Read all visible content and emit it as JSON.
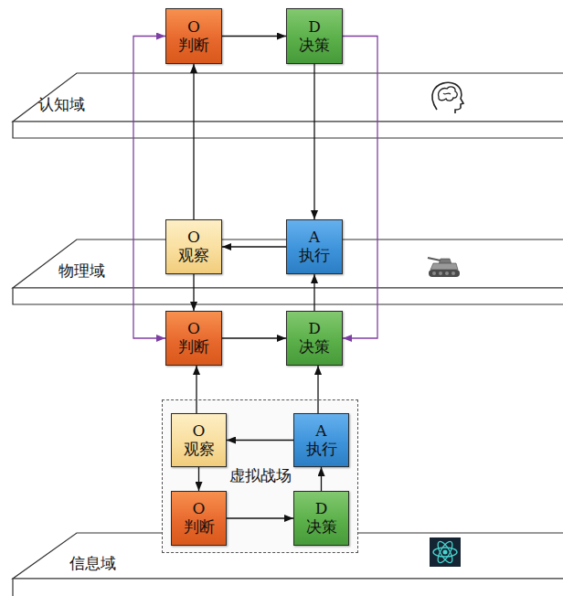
{
  "diagram": {
    "nodes": [
      {
        "text": [
          "O",
          "判断"
        ]
      },
      {
        "text": [
          "D",
          "决策"
        ]
      },
      {
        "text": [
          "O",
          "观察"
        ]
      },
      {
        "text": [
          "A",
          "执行"
        ]
      },
      {
        "text": [
          "O",
          "判断"
        ]
      },
      {
        "text": [
          "D",
          "决策"
        ]
      },
      {
        "text": [
          "虚拟战场"
        ]
      },
      {
        "text": [
          "O",
          "观察"
        ],
        "in": 6
      },
      {
        "text": [
          "A",
          "执行"
        ],
        "in": 6
      },
      {
        "text": [
          "O",
          "判断"
        ],
        "in": 6
      },
      {
        "text": [
          "D",
          "决策"
        ],
        "in": 6
      }
    ],
    "edges": [
      {
        "from": 0,
        "to": 1,
        "arrow": "to"
      },
      {
        "from": 1,
        "to": 3,
        "arrow": "to"
      },
      {
        "from": 2,
        "to": 0,
        "arrow": "to"
      },
      {
        "from": 3,
        "to": 2,
        "arrow": "to"
      },
      {
        "from": 2,
        "to": 4,
        "arrow": "to"
      },
      {
        "from": 5,
        "to": 3,
        "arrow": "to"
      },
      {
        "from": 4,
        "to": 5,
        "arrow": "to"
      },
      {
        "from": 0,
        "to": 4,
        "arrow": "both"
      },
      {
        "from": 1,
        "to": 5,
        "arrow": "to"
      },
      {
        "from": 7,
        "to": 9,
        "arrow": "to"
      },
      {
        "from": 9,
        "to": 10,
        "arrow": "to"
      },
      {
        "from": 10,
        "to": 8,
        "arrow": "to"
      },
      {
        "from": 8,
        "to": 7,
        "arrow": "to"
      },
      {
        "from": 7,
        "to": 4,
        "arrow": "to"
      },
      {
        "from": 8,
        "to": 5,
        "arrow": "to"
      }
    ],
    "labels": [
      "认知域",
      "物理域",
      "信息域"
    ]
  }
}
